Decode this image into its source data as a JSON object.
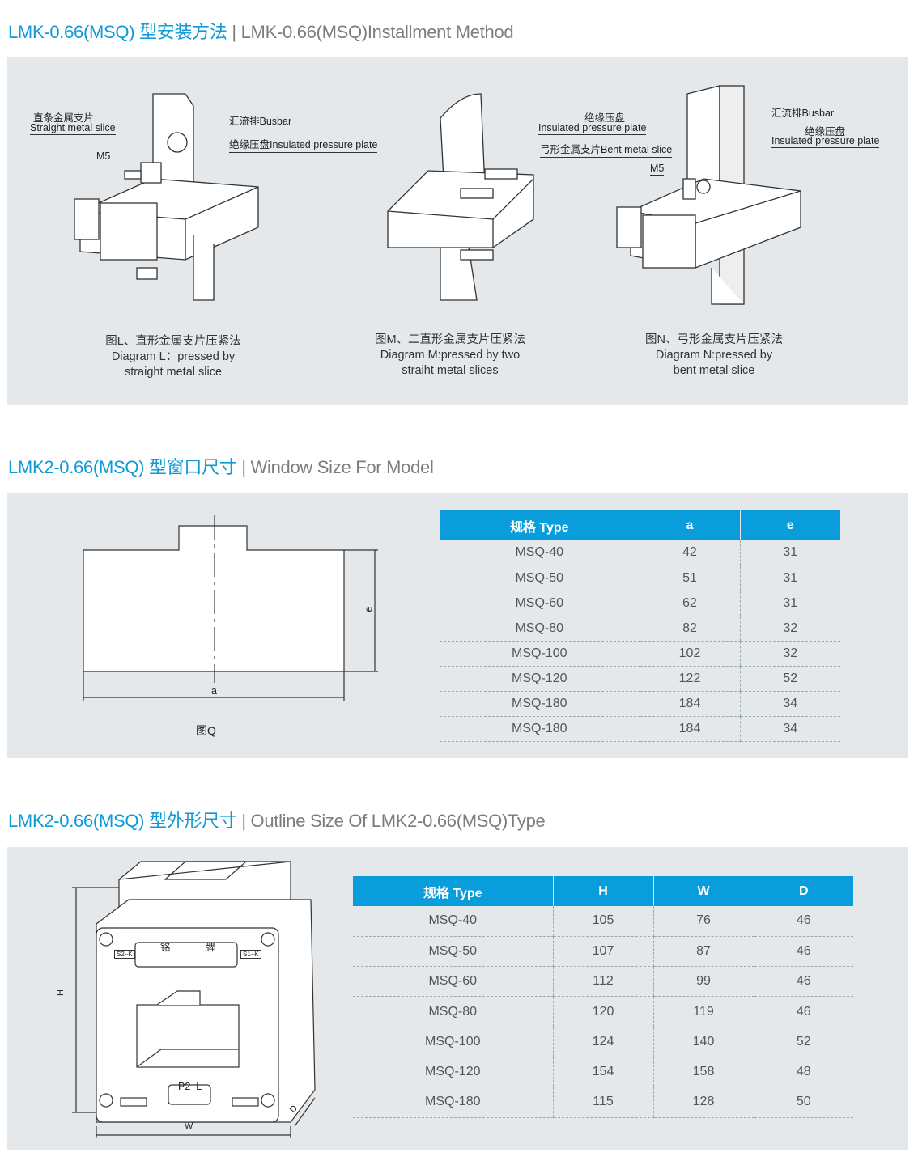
{
  "section1": {
    "title_cn": "LMK-0.66(MSQ) 型安装方法",
    "title_en": "| LMK-0.66(MSQ)Installment Method",
    "diagL": {
      "label_slice_cn": "直条金属支片",
      "label_slice_en": "Straight metal slice",
      "label_m5": "M5",
      "label_busbar": "汇流排Busbar",
      "label_plate": "绝缘压盘Insulated pressure plate",
      "cap1": "图L、直形金属支片压紧法",
      "cap2": "Diagram L：pressed by",
      "cap3": "straight metal slice"
    },
    "diagM": {
      "cap1": "图M、二直形金属支片压紧法",
      "cap2": "Diagram M:pressed by two",
      "cap3": "straiht metal slices"
    },
    "diagN": {
      "label_plate_cn": "绝缘压盘",
      "label_plate_en": "Insulated pressure plate",
      "label_bent": "弓形金属支片Bent metal slice",
      "label_m5": "M5",
      "label_busbar": "汇流排Busbar",
      "label_plate2_cn": "绝缘压盘",
      "label_plate2_en": "Insulated pressure plate",
      "cap1": "图N、弓形金属支片压紧法",
      "cap2": "Diagram N:pressed by",
      "cap3": "bent metal slice"
    }
  },
  "section2": {
    "title_cn": "LMK2-0.66(MSQ) 型窗口尺寸",
    "title_en": "| Window Size For Model",
    "dim_a": "a",
    "dim_e": "e",
    "fig": "图Q",
    "headers": [
      "规格 Type",
      "a",
      "e"
    ],
    "rows": [
      [
        "MSQ-40",
        "42",
        "31"
      ],
      [
        "MSQ-50",
        "51",
        "31"
      ],
      [
        "MSQ-60",
        "62",
        "31"
      ],
      [
        "MSQ-80",
        "82",
        "32"
      ],
      [
        "MSQ-100",
        "102",
        "32"
      ],
      [
        "MSQ-120",
        "122",
        "52"
      ],
      [
        "MSQ-180",
        "184",
        "34"
      ],
      [
        "MSQ-180",
        "184",
        "34"
      ]
    ]
  },
  "section3": {
    "title_cn": "LMK2-0.66(MSQ) 型外形尺寸",
    "title_en": "| Outline Size Of LMK2-0.66(MSQ)Type",
    "nameplate_1": "铭",
    "nameplate_2": "牌",
    "s2k": "S2–K",
    "s1k": "S1–K",
    "p2l": "P2–L",
    "dim_h": "H",
    "dim_w": "W",
    "dim_d": "D",
    "headers": [
      "规格 Type",
      "H",
      "W",
      "D"
    ],
    "rows": [
      [
        "MSQ-40",
        "105",
        "76",
        "46"
      ],
      [
        "MSQ-50",
        "107",
        "87",
        "46"
      ],
      [
        "MSQ-60",
        "112",
        "99",
        "46"
      ],
      [
        "MSQ-80",
        "120",
        "119",
        "46"
      ],
      [
        "MSQ-100",
        "124",
        "140",
        "52"
      ],
      [
        "MSQ-120",
        "154",
        "158",
        "48"
      ],
      [
        "MSQ-180",
        "115",
        "128",
        "50"
      ]
    ]
  }
}
